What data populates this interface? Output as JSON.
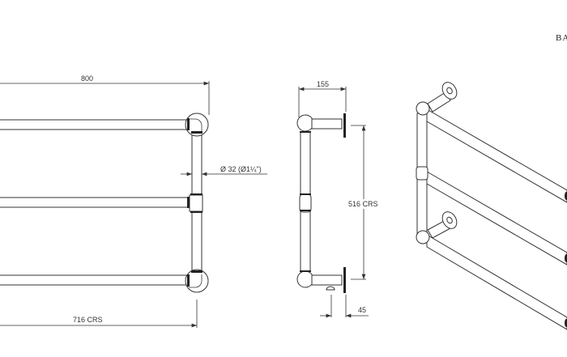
{
  "brand": "BA",
  "front_view": {
    "width_dim": "800",
    "diameter_dim": "Ø 32 (Ø1¼\")",
    "centres_dim": "716 CRS"
  },
  "side_view": {
    "depth_dim": "155",
    "height_dim": "516 CRS",
    "offset_dim": "45"
  }
}
